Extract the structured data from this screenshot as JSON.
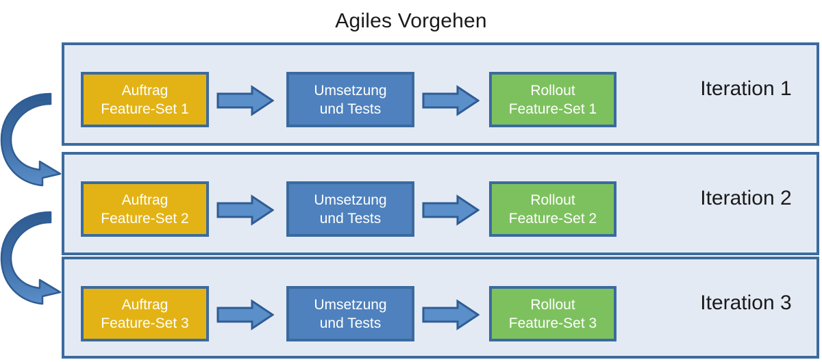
{
  "title": "Agiles Vorgehen",
  "colors": {
    "panel_background": "#e4eaf4",
    "panel_border": "#3b6a9e",
    "box_order": "#e3b315",
    "box_implementation": "#4e81bd",
    "box_rollout": "#7dc15e",
    "arrow_fill": "#5b8fc9",
    "arrow_border": "#2f5c94",
    "box_text": "#ffffff",
    "label_text": "#1a1a1a",
    "page_background": "#ffffff"
  },
  "iterations": [
    {
      "label": "Iteration 1",
      "steps": [
        {
          "role": "order",
          "line1": "Auftrag",
          "line2": "Feature-Set 1"
        },
        {
          "role": "implementation",
          "line1": "Umsetzung",
          "line2": "und Tests"
        },
        {
          "role": "rollout",
          "line1": "Rollout",
          "line2": "Feature-Set 1"
        }
      ]
    },
    {
      "label": "Iteration 2",
      "steps": [
        {
          "role": "order",
          "line1": "Auftrag",
          "line2": "Feature-Set 2"
        },
        {
          "role": "implementation",
          "line1": "Umsetzung",
          "line2": "und Tests"
        },
        {
          "role": "rollout",
          "line1": "Rollout",
          "line2": "Feature-Set 2"
        }
      ]
    },
    {
      "label": "Iteration 3",
      "steps": [
        {
          "role": "order",
          "line1": "Auftrag",
          "line2": "Feature-Set 3"
        },
        {
          "role": "implementation",
          "line1": "Umsetzung",
          "line2": "und Tests"
        },
        {
          "role": "rollout",
          "line1": "Rollout",
          "line2": "Feature-Set 3"
        }
      ]
    }
  ],
  "loop_arrows": [
    {
      "name": "loop-back-arrow-iteration-1-to-2"
    },
    {
      "name": "loop-back-arrow-iteration-2-to-3"
    }
  ]
}
